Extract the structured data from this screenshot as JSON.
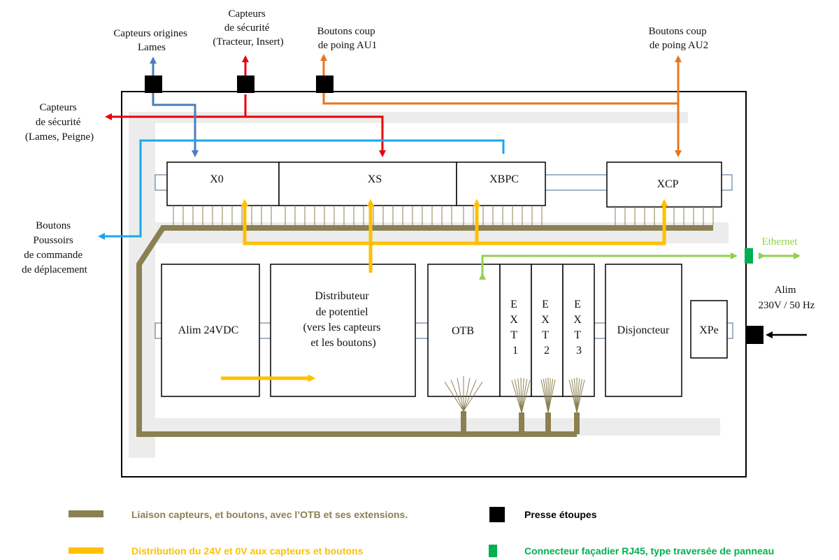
{
  "labels": {
    "capteurs_origines": [
      "Capteurs origines",
      "Lames"
    ],
    "capteurs_securite_top": [
      "Capteurs",
      "de sécurité",
      "(Tracteur, Insert)"
    ],
    "boutons_au1": [
      "Boutons  coup",
      "de poing AU1"
    ],
    "boutons_au2": [
      "Boutons  coup",
      "de poing AU2"
    ],
    "capteurs_securite_left": [
      "Capteurs",
      "de sécurité",
      "(Lames, Peigne)"
    ],
    "boutons_poussoirs": [
      "Boutons",
      "Poussoirs",
      "de commande",
      "de déplacement"
    ],
    "ethernet": "Ethernet",
    "alim_main": [
      "Alim",
      "230V / 50 Hz"
    ]
  },
  "boxes": {
    "x0": "X0",
    "xs": "XS",
    "xbpc": "XBPC",
    "xcp": "XCP",
    "alim24": "Alim 24VDC",
    "distributeur": [
      "Distributeur",
      "de potentiel",
      "(vers les capteurs",
      "et les boutons)"
    ],
    "otb": "OTB",
    "ext1": [
      "E",
      "X",
      "T",
      "1"
    ],
    "ext2": [
      "E",
      "X",
      "T",
      "2"
    ],
    "ext3": [
      "E",
      "X",
      "T",
      "3"
    ],
    "disjoncteur": "Disjoncteur",
    "xpe": "XPe"
  },
  "legend": {
    "item1": "Liaison capteurs, et boutons, avec l’OTB et ses extensions.",
    "item2": "Distribution du 24V et 0V aux capteurs et boutons",
    "item3": "Presse étoupes",
    "item4": "Connecteur façadier RJ45, type traversée de panneau"
  },
  "colors": {
    "olive": "#8b8052",
    "yellow": "#ffc000",
    "red": "#e8000b",
    "blue_dark": "#4a7ebb",
    "blue_light": "#1aa7ec",
    "orange": "#e8761e",
    "green": "#92d050",
    "green_dark": "#00b050",
    "black": "#000000"
  }
}
